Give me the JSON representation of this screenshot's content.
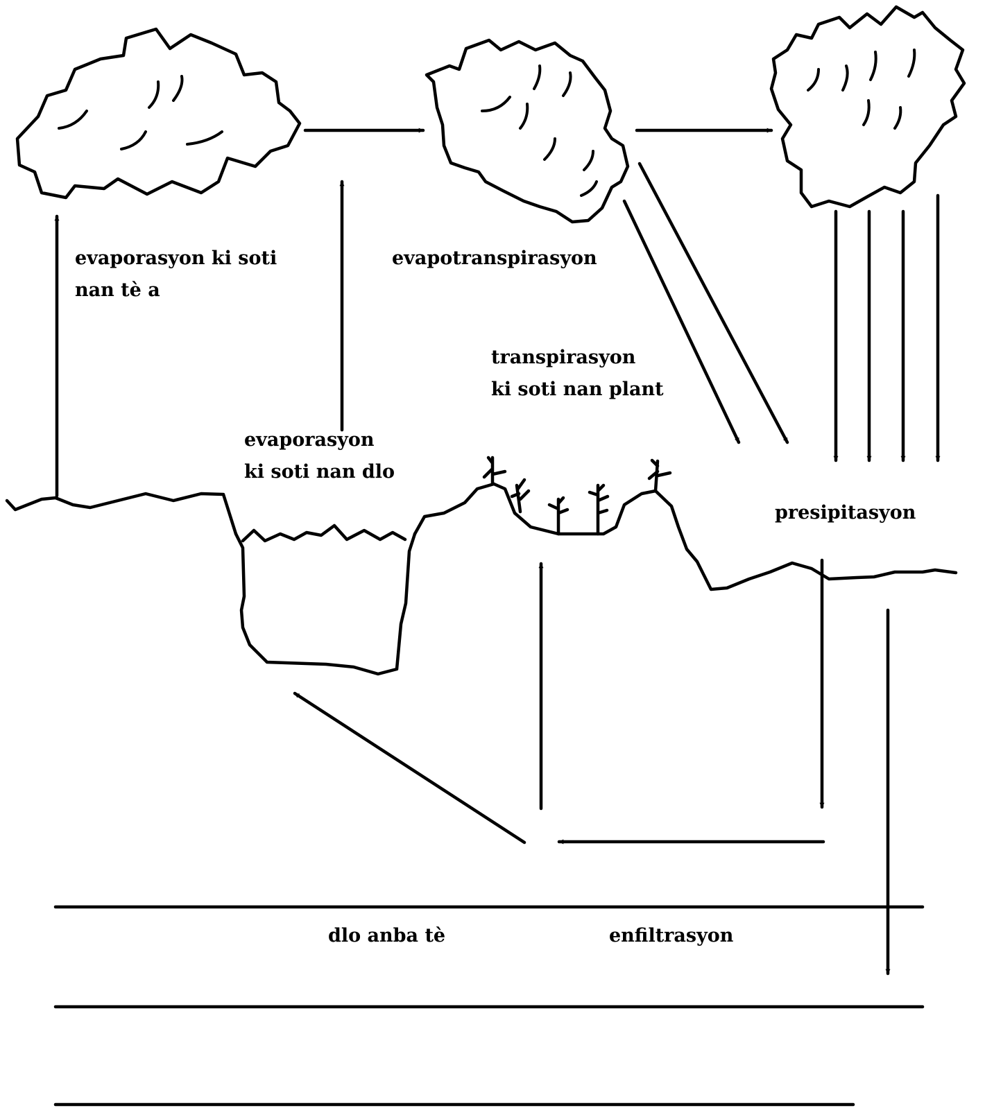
{
  "labels": {
    "evap_soil": [
      "evaporasyon ki soti",
      "nan tè a"
    ],
    "evapotranspiration": "evapotranspirasyon",
    "transpiration": [
      "transpirasyon",
      "ki soti nan plant"
    ],
    "evap_water": [
      "evaporasyon",
      "ki soti nan dlo"
    ],
    "precipitation": "presipitasyon",
    "groundwater": "dlo anba tè",
    "infiltration": "enfiltrasyon"
  },
  "colors": {
    "ink": "#000000",
    "background": "#ffffff"
  }
}
